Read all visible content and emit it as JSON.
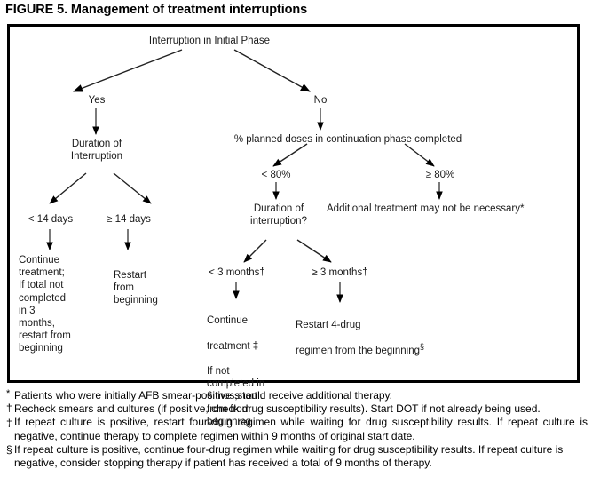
{
  "figure": {
    "title": "FIGURE 5. Management of treatment interruptions"
  },
  "flowchart": {
    "type": "decision-tree",
    "root": "Interruption in Initial Phase",
    "nodes": {
      "root": "Interruption in Initial Phase",
      "branch_yes": "Yes",
      "branch_no": "No",
      "duration_interruption": "Duration of\nInterruption",
      "pct_planned": "% planned doses in continuation phase completed",
      "lt14": "< 14 days",
      "ge14": "≥ 14 days",
      "lt80": "< 80%",
      "ge80": "≥ 80%",
      "outcome_lt14": "Continue\ntreatment;\nIf total not\ncompleted\nin 3\nmonths,\nrestart from\nbeginning",
      "outcome_ge14": "Restart\nfrom\nbeginning",
      "duration_interruption2": "Duration of\ninterruption?",
      "additional_treatment": "Additional treatment may not be necessary*",
      "lt3months": "< 3 months†",
      "ge3months": "≥ 3 months†",
      "outcome_lt3_line1": "Continue",
      "outcome_lt3_line2": "treatment ‡",
      "outcome_lt3_rest": "If not\ncompleted in\n6 mos,start\nfrom from\nbeginning",
      "outcome_ge3_line1": "Restart 4-drug",
      "outcome_ge3_line2": "regimen from the beginning",
      "outcome_ge3_mark": "§"
    },
    "edges": [
      {
        "from": "root",
        "to": "branch_yes",
        "label": "Yes"
      },
      {
        "from": "root",
        "to": "branch_no",
        "label": "No"
      },
      {
        "from": "branch_yes",
        "to": "duration_interruption",
        "label": ""
      },
      {
        "from": "branch_no",
        "to": "pct_planned",
        "label": ""
      },
      {
        "from": "duration_interruption",
        "to": "lt14",
        "label": "< 14 days"
      },
      {
        "from": "duration_interruption",
        "to": "ge14",
        "label": "≥ 14 days"
      },
      {
        "from": "lt14",
        "to": "outcome_lt14",
        "label": ""
      },
      {
        "from": "ge14",
        "to": "outcome_ge14",
        "label": ""
      },
      {
        "from": "pct_planned",
        "to": "lt80",
        "label": "< 80%"
      },
      {
        "from": "pct_planned",
        "to": "ge80",
        "label": "≥ 80%"
      },
      {
        "from": "lt80",
        "to": "duration_interruption2",
        "label": ""
      },
      {
        "from": "ge80",
        "to": "additional_treatment",
        "label": ""
      },
      {
        "from": "duration_interruption2",
        "to": "lt3months",
        "label": "< 3 months†"
      },
      {
        "from": "duration_interruption2",
        "to": "ge3months",
        "label": "≥ 3 months†"
      },
      {
        "from": "lt3months",
        "to": "outcome_lt3",
        "label": ""
      },
      {
        "from": "ge3months",
        "to": "outcome_ge3",
        "label": ""
      }
    ]
  },
  "footnotes": [
    {
      "marker": "*",
      "text": "Patients who were initially AFB smear-positive should receive additional therapy."
    },
    {
      "marker": "†",
      "text": "Recheck smears and cultures (if positive, check drug susceptibility results). Start DOT if not already being used."
    },
    {
      "marker": "‡",
      "text": "If repeat culture is positive, restart four-drug regimen while waiting for drug susceptibility results. If repeat culture is negative, continue therapy to complete regimen within 9 months of original start date."
    },
    {
      "marker": "§",
      "text": "If repeat culture is positive, continue four-drug regimen while waiting for drug susceptibility results. If repeat culture is negative, consider stopping therapy if patient has received a total of 9 months of therapy."
    }
  ],
  "colors": {
    "ink": "#000000",
    "text": "#1a1a1a",
    "background": "#ffffff",
    "frame": "#000000"
  }
}
